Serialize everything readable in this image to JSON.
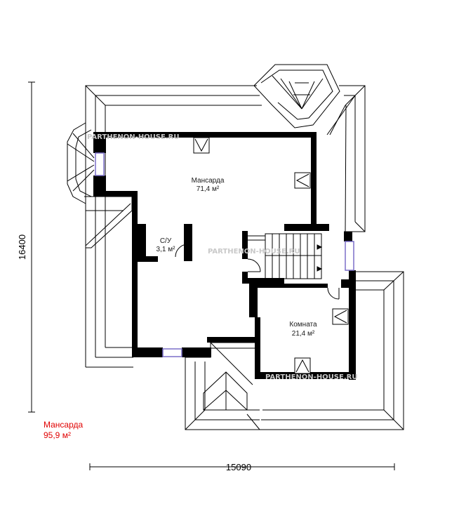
{
  "rooms": [
    {
      "name": "Мансарда",
      "area": "71,4 м²"
    },
    {
      "name": "С/У",
      "area": "3,1 м²"
    },
    {
      "name": "Комната",
      "area": "21,4 м²"
    }
  ],
  "summary": {
    "name": "Мансарда",
    "area": "95,9 м²"
  },
  "dimensions": {
    "width": "15090",
    "height": "16400"
  },
  "watermark": "PARTHENON-HOUSE.RU",
  "colors": {
    "wall": "#000000",
    "window": "#7b6fc9",
    "summary_text": "#e00000"
  }
}
